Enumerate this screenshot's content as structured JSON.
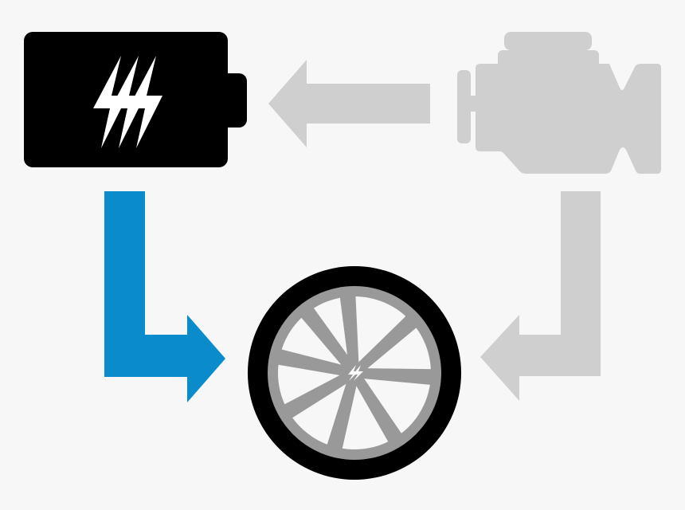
{
  "diagram": {
    "nodes": [
      {
        "id": "battery",
        "icon": "battery-icon",
        "color": "#000000"
      },
      {
        "id": "engine",
        "icon": "engine-icon",
        "color": "#cfcfcf"
      },
      {
        "id": "wheel",
        "icon": "wheel-icon",
        "color": "#000000"
      }
    ],
    "edges": [
      {
        "from": "engine",
        "to": "battery",
        "color": "#cfcfcf",
        "active": false
      },
      {
        "from": "battery",
        "to": "wheel",
        "color": "#0a8ccc",
        "active": true
      },
      {
        "from": "engine",
        "to": "wheel",
        "color": "#cfcfcf",
        "active": false
      }
    ],
    "colors": {
      "background": "#f7f7f7",
      "active": "#0a8ccc",
      "inactive": "#cfcfcf",
      "rim": "#999999"
    }
  }
}
